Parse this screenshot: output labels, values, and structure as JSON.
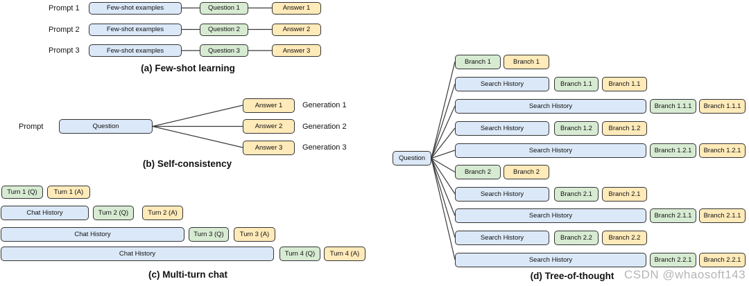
{
  "panels": {
    "few_shot": {
      "caption": "(a) Few-shot learning",
      "rows": [
        {
          "label": "Prompt 1",
          "context": "Few-shot examples",
          "question": "Question 1",
          "answer": "Answer 1"
        },
        {
          "label": "Prompt 2",
          "context": "Few-shot examples",
          "question": "Question 2",
          "answer": "Answer 2"
        },
        {
          "label": "Prompt 3",
          "context": "Few-shot examples",
          "question": "Question 3",
          "answer": "Answer 3"
        }
      ]
    },
    "self_consistency": {
      "caption": "(b) Self-consistency",
      "prompt_label": "Prompt",
      "question": "Question",
      "generations": [
        {
          "answer": "Answer 1",
          "label": "Generation 1"
        },
        {
          "answer": "Answer 2",
          "label": "Generation 2"
        },
        {
          "answer": "Answer 3",
          "label": "Generation 3"
        }
      ]
    },
    "multi_turn": {
      "caption": "(c) Multi-turn chat",
      "rows": [
        {
          "q": "Turn 1 (Q)",
          "a": "Turn 1 (A)"
        },
        {
          "history": "Chat History",
          "q": "Turn 2 (Q)",
          "a": "Turn 2 (A)"
        },
        {
          "history": "Chat History",
          "q": "Turn 3 (Q)",
          "a": "Turn 3 (A)"
        },
        {
          "history": "Chat History",
          "q": "Turn 4 (Q)",
          "a": "Turn 4 (A)"
        }
      ]
    },
    "tree_of_thought": {
      "caption": "(d) Tree-of-thought",
      "question": "Question",
      "rows": [
        {
          "q": "Branch 1",
          "a": "Branch 1"
        },
        {
          "history": "Search History",
          "q": "Branch 1.1",
          "a": "Branch 1.1"
        },
        {
          "history": "Search History",
          "q": "Branch 1.1.1",
          "a": "Branch 1.1.1"
        },
        {
          "history": "Search History",
          "q": "Branch 1.2",
          "a": "Branch 1.2"
        },
        {
          "history": "Search History",
          "q": "Branch 1.2.1",
          "a": "Branch 1.2.1"
        },
        {
          "q": "Branch 2",
          "a": "Branch 2"
        },
        {
          "history": "Search History",
          "q": "Branch 2.1",
          "a": "Branch 2.1"
        },
        {
          "history": "Search History",
          "q": "Branch 2.1.1",
          "a": "Branch 2.1.1"
        },
        {
          "history": "Search History",
          "q": "Branch 2.2",
          "a": "Branch 2.2"
        },
        {
          "history": "Search History",
          "q": "Branch 2.2.1",
          "a": "Branch 2.2.1"
        }
      ]
    }
  },
  "watermark": "CSDN @whaosoft143",
  "colors": {
    "context_fill": "#dbe8f8",
    "question_fill": "#d7ebd3",
    "answer_fill": "#ffeab9",
    "box_border": "#333333",
    "connector": "#3a3a3a",
    "watermark_text": "#b5b5b5"
  }
}
